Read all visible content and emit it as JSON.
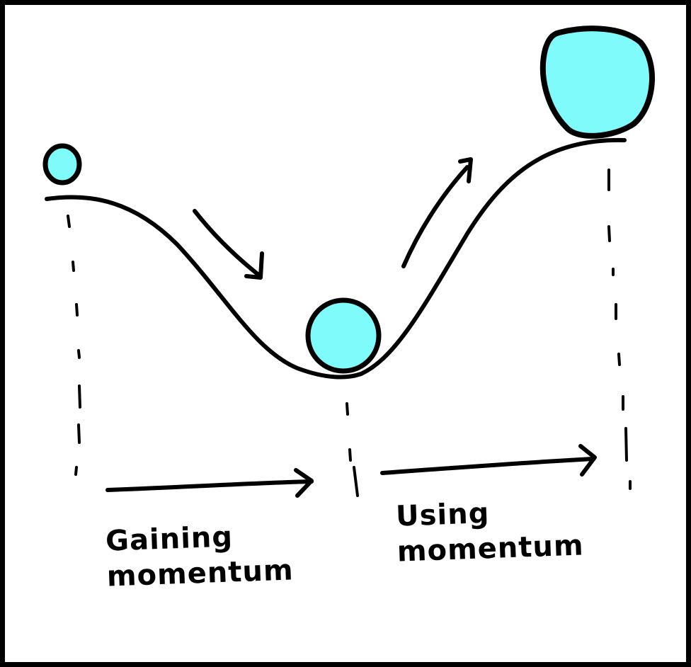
{
  "diagram": {
    "title": "",
    "colors": {
      "ball_fill": "#80FBFC",
      "stroke": "#000000",
      "background": "#FFFFFF"
    },
    "nodes": [
      {
        "id": "ball-start",
        "shape": "circle",
        "size": "small",
        "position": "left-top"
      },
      {
        "id": "ball-bottom",
        "shape": "circle",
        "size": "medium",
        "position": "valley-bottom"
      },
      {
        "id": "ball-end",
        "shape": "circle",
        "size": "large",
        "position": "right-top"
      }
    ],
    "labels": {
      "left": {
        "line1": "Gaining",
        "line2": "momentum"
      },
      "right": {
        "line1": "Using",
        "line2": "momentum"
      }
    },
    "arrows": [
      {
        "id": "arrow-down-slope",
        "direction": "down-right"
      },
      {
        "id": "arrow-up-slope",
        "direction": "up-right"
      },
      {
        "id": "arrow-gaining",
        "direction": "right"
      },
      {
        "id": "arrow-using",
        "direction": "right"
      }
    ]
  }
}
